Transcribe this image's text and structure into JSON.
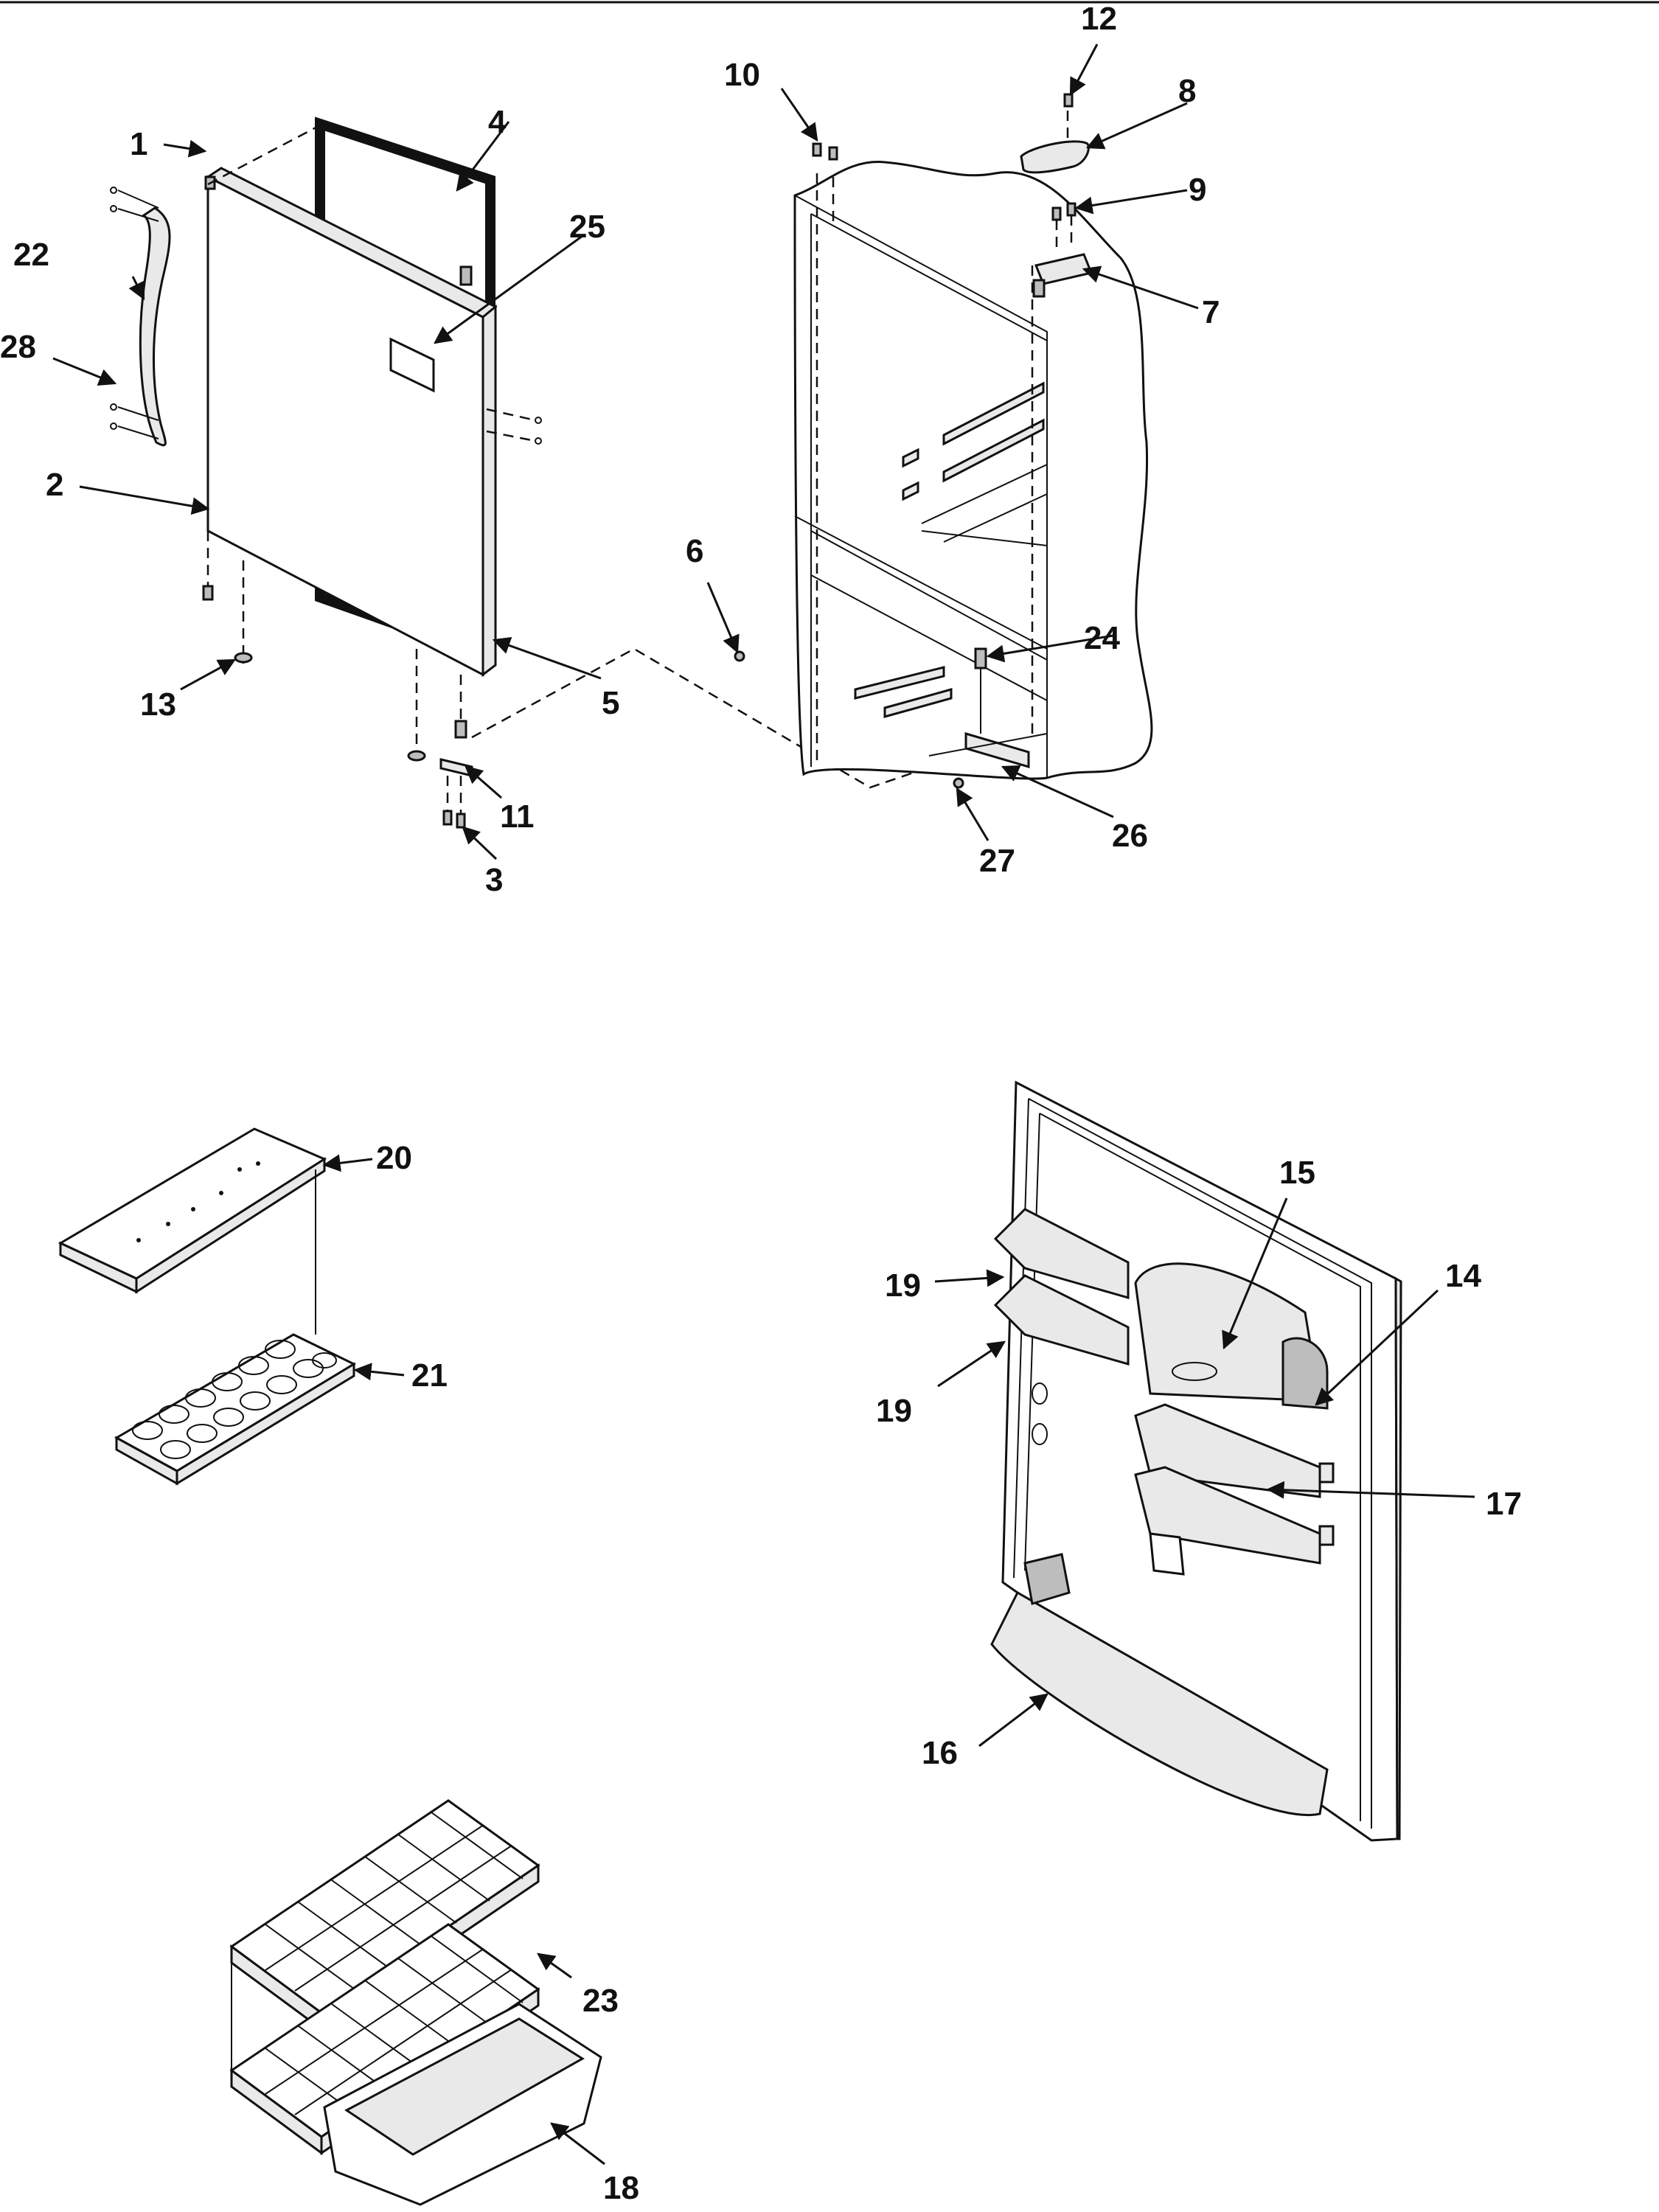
{
  "callouts": {
    "c1": "1",
    "c2": "2",
    "c3": "3",
    "c4": "4",
    "c5": "5",
    "c6": "6",
    "c7": "7",
    "c8": "8",
    "c9": "9",
    "c10": "10",
    "c11": "11",
    "c12": "12",
    "c13": "13",
    "c14": "14",
    "c15": "15",
    "c16": "16",
    "c17": "17",
    "c18": "18",
    "c19a": "19",
    "c19b": "19",
    "c20": "20",
    "c21": "21",
    "c22": "22",
    "c23": "23",
    "c24": "24",
    "c25": "25",
    "c26": "26",
    "c27": "27",
    "c28": "28"
  }
}
